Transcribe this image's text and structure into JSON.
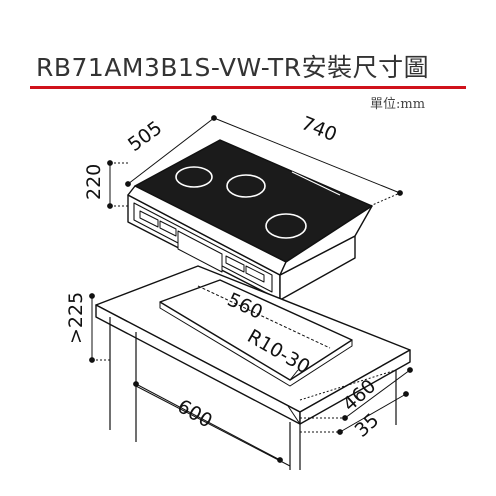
{
  "header": {
    "title": "RB71AM3B1S-VW-TR安裝尺寸圖",
    "unit": "單位:mm",
    "accent_color": "#d0121b"
  },
  "dimensions": {
    "cooktop_depth": "505",
    "cooktop_width": "740",
    "cooktop_height": "220",
    "cabinet_clearance": ">225",
    "cutout_width": "560",
    "corner_radius": "R10-30",
    "cabinet_width": "600",
    "cutout_depth": "460",
    "edge_margin": "35"
  }
}
